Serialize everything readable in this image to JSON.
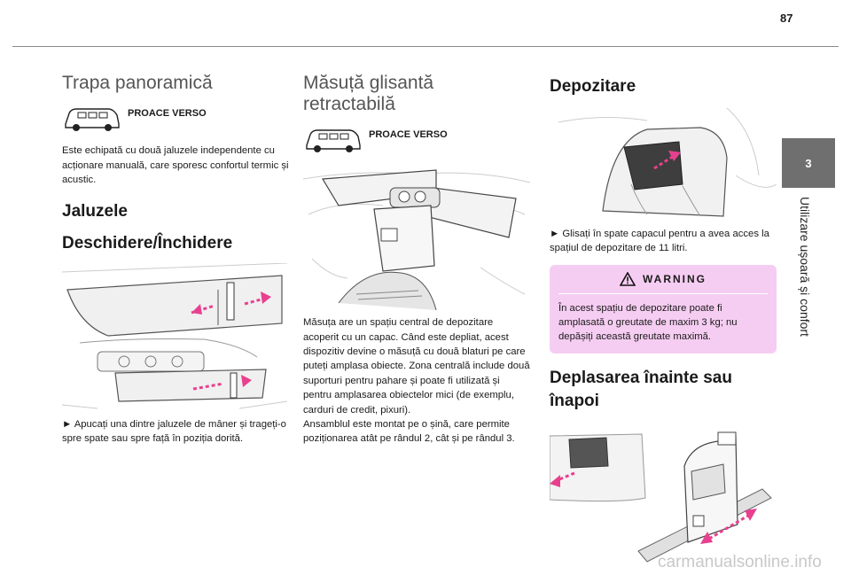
{
  "page": {
    "number": "87",
    "side_tab": {
      "chapter": "3",
      "label": "Utilizare ușoară și confort"
    },
    "watermark": "carmanualsonline.info"
  },
  "col1": {
    "title": "Trapa panoramică",
    "model": "PROACE VERSO",
    "intro": "Este echipată cu două jaluzele independente cu acționare manuală, care sporesc confortul termic și acustic.",
    "subtitle1": "Jaluzele",
    "subtitle2": "Deschidere/Închidere",
    "instruction": "► Apucați una dintre jaluzele de mâner și trageți-o spre spate sau spre față în poziția dorită."
  },
  "col2": {
    "title_line1": "Măsuță glisantă",
    "title_line2": "retractabilă",
    "model": "PROACE VERSO",
    "description": "Măsuța are un spațiu central de depozitare acoperit cu un capac. Când este depliat, acest dispozitiv devine o măsuță cu două blaturi pe care puteți amplasa obiecte. Zona centrală include două suporturi pentru pahare și poate fi utilizată și pentru amplasarea obiectelor mici (de exemplu, carduri de credit, pixuri).",
    "description2": "Ansamblul este montat pe o șină, care permite pozițio­narea atât pe rândul 2, cât și pe rândul 3."
  },
  "col3": {
    "title": "Depozitare",
    "instruction": "► Glisați în spate capacul pentru a avea acces la spațiul de depozitare de 11 litri.",
    "warning": {
      "label": "WARNING",
      "text": "În acest spațiu de depozitare poate fi amplasată o greutate de maxim 3 kg; nu depășiți această greutate maximă."
    },
    "subtitle_line1": "Deplasarea înainte sau",
    "subtitle_line2": "înapoi"
  },
  "colors": {
    "accent_arrow": "#e8408f",
    "warning_bg": "#f6cdf2",
    "tab_bg": "#6f6f6f"
  }
}
